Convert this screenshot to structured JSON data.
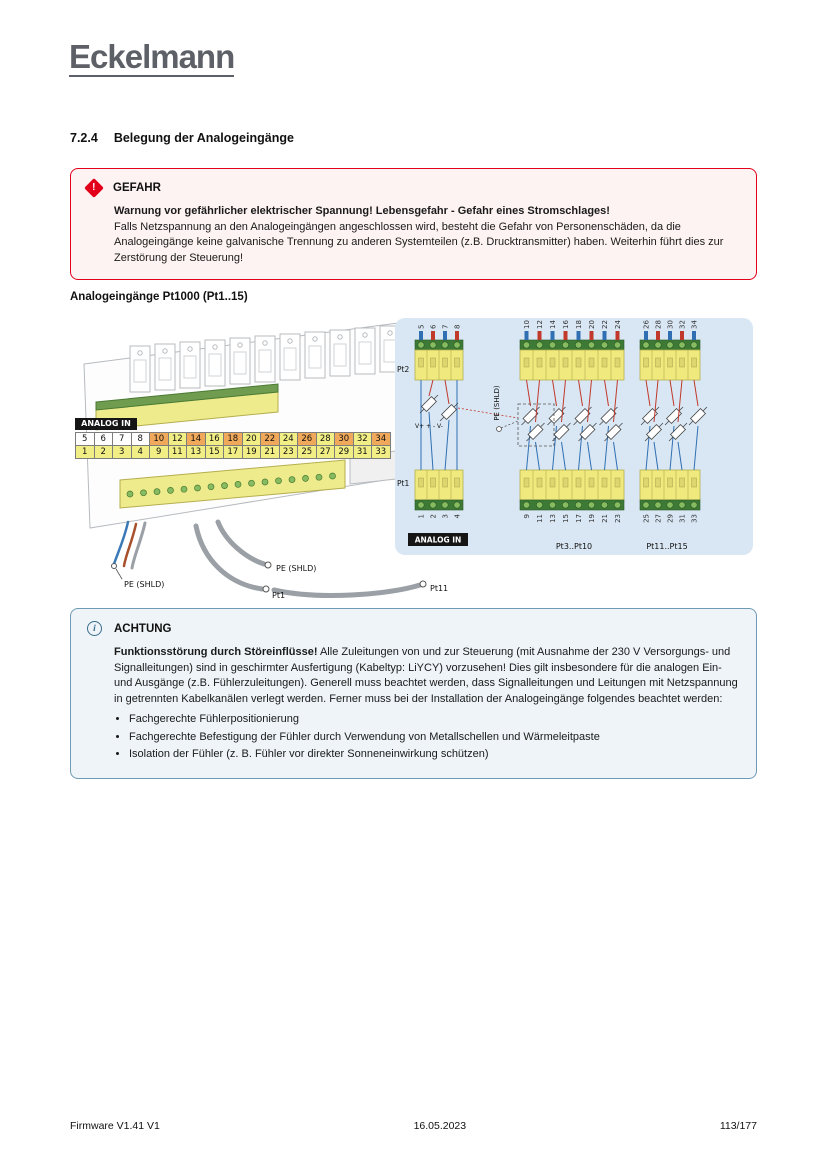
{
  "page": {
    "logo_text": "Eckelmann",
    "footer": {
      "left": "Firmware V1.41 V1",
      "center": "16.05.2023",
      "right": "113/177"
    }
  },
  "heading": {
    "number": "7.2.4",
    "title": "Belegung der Analogeingänge"
  },
  "figure_heading": "Analogeingänge Pt1000 (Pt1..15)",
  "icons": {
    "danger": "!",
    "info": "i"
  },
  "danger_box": {
    "title": "GEFAHR",
    "bold_lead": "Warnung vor gefährlicher elektrischer Spannung! Lebensgefahr - Gefahr eines Stromschlages!",
    "body": "Falls Netzspannung an den Analogeingängen angeschlossen wird, besteht die Gefahr von Personenschäden, da die Analogeingänge keine galvanische Trennung zu anderen Systemteilen (z.B. Drucktransmitter) haben. Weiterhin führt dies zur Zerstörung der Steuerung!"
  },
  "notice_box": {
    "title": "ACHTUNG",
    "bold_lead": "Funktionsstörung durch Störeinflüsse!",
    "body": "Alle Zuleitungen von und zur Steuerung (mit Ausnahme der 230 V Versorgungs- und Signalleitungen) sind in geschirmter Ausfertigung (Kabeltyp: LiYCY) vorzusehen! Dies gilt insbesondere für die analogen Ein- und Ausgänge (z.B. Fühlerzuleitungen). Generell muss beachtet werden, dass Signalleitungen und Leitungen mit Netzspannung in getrennten Kabelkanälen verlegt werden. Ferner muss bei der Installation der Analogeingänge folgendes beachtet werden:",
    "bullets": [
      "Fachgerechte Fühlerpositionierung",
      "Fachgerechte Befestigung der Fühler durch Verwendung von Metallschellen und Wärmeleitpaste",
      "Isolation der Fühler (z. B. Fühler vor direkter Sonneneinwirkung schützen)"
    ]
  },
  "diagram": {
    "terminals": {
      "top": [
        "5",
        "6",
        "7",
        "8",
        "10",
        "12",
        "14",
        "16",
        "18",
        "20",
        "22",
        "24",
        "26",
        "28",
        "30",
        "32",
        "34"
      ],
      "bottom": [
        "1",
        "2",
        "3",
        "4",
        "9",
        "11",
        "13",
        "15",
        "17",
        "19",
        "21",
        "23",
        "25",
        "27",
        "29",
        "31",
        "33"
      ]
    },
    "labels": {
      "analog_in": "ANALOG IN",
      "pt1": "Pt1",
      "pt2": "Pt2",
      "pe_shld": "PE (SHLD)",
      "v_terminals": "V+ +  -  V-",
      "pt3_pt10": "Pt3..Pt10",
      "pt11_pt15": "Pt11..Pt15",
      "cable_pt1": "Pt1",
      "cable_pt11": "Pt11"
    },
    "colors": {
      "terminal_yellow": "#f1ee86",
      "terminal_orange": "#f0a95a",
      "panel_blue": "#d9e7f4",
      "wire_red": "#c0392b",
      "wire_blue": "#2f6fb2",
      "green_strip": "#3c7a35"
    }
  }
}
